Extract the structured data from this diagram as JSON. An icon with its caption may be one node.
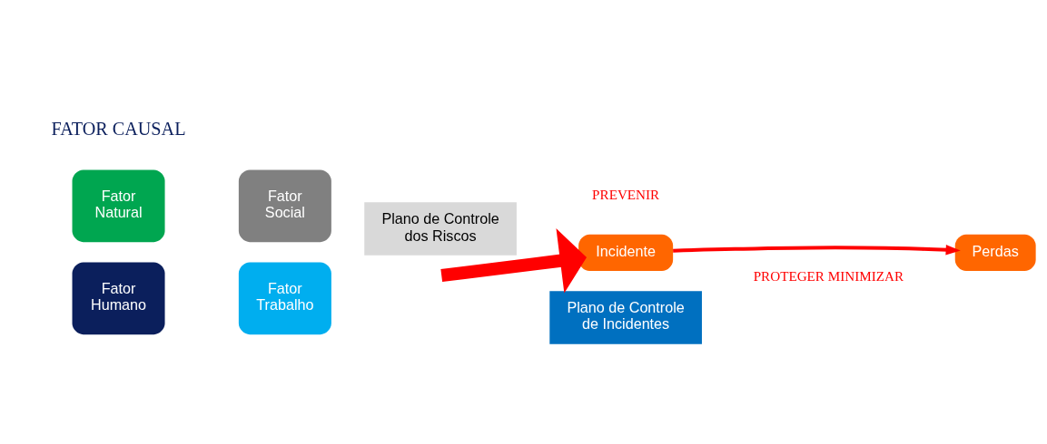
{
  "diagram": {
    "nodes": [
      {
        "text": [
          "Fator Humano"
        ]
      },
      {
        "text": [
          "Fator Trabalho"
        ]
      },
      {
        "text": [
          "Fator Natural"
        ]
      },
      {
        "text": [
          "Fator Social"
        ]
      },
      {
        "text": [
          "Plano de Controle dos Riscos"
        ]
      },
      {
        "text": [
          "Incidente"
        ]
      },
      {
        "text": [
          "Plano de Controle de Incidentes"
        ]
      },
      {
        "text": [
          "Perdas"
        ]
      }
    ],
    "edges": [
      {
        "from": null,
        "to": 5,
        "arrow": "to",
        "style": "thick",
        "color": "#ff0000"
      },
      {
        "from": 5,
        "to": 7,
        "arrow": "to",
        "color": "#ff0000"
      }
    ],
    "labels": [
      "PREVENIR",
      "PROTEGER MINIMIZAR",
      "FATOR CAUSAL"
    ]
  }
}
